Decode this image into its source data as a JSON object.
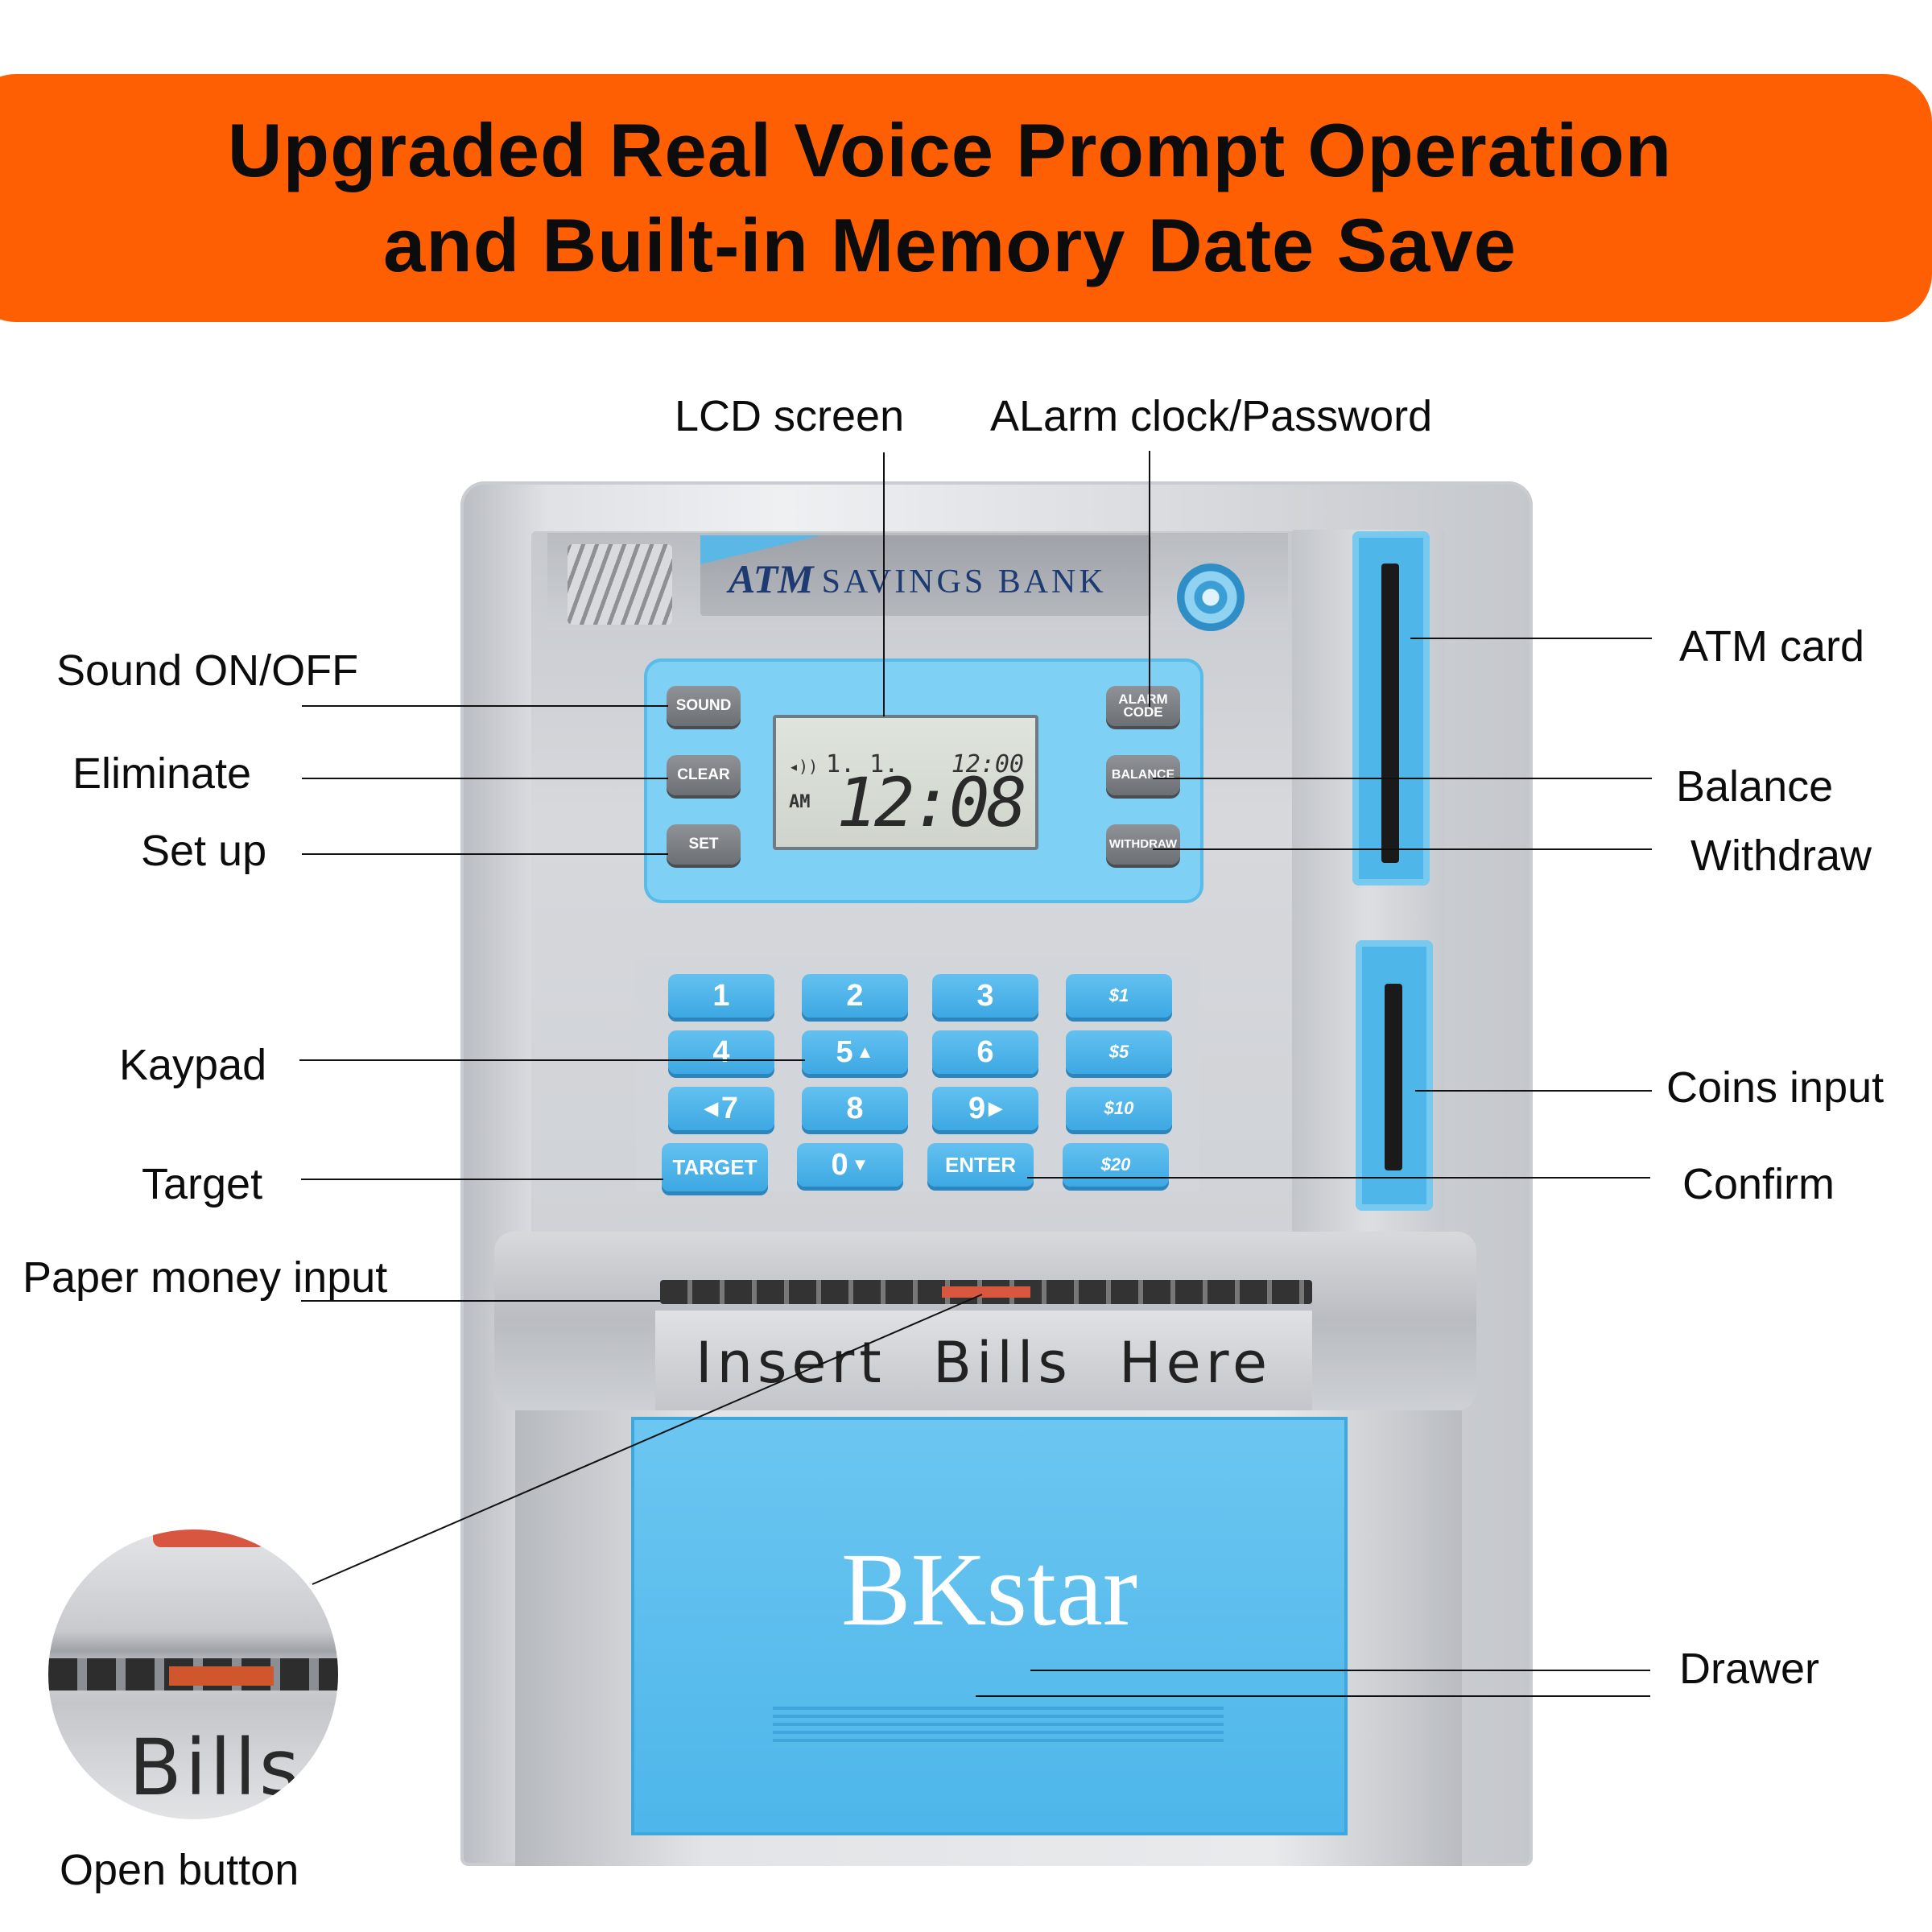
{
  "banner": {
    "line1": "Upgraded Real Voice Prompt Operation",
    "line2": "and Built-in Memory Date Save"
  },
  "callouts": {
    "lcd_screen": "LCD screen",
    "alarm": "ALarm clock/Password",
    "sound": "Sound ON/OFF",
    "eliminate": "Eliminate",
    "set_up": "Set up",
    "keypad": "Kaypad",
    "target": "Target",
    "paper_money": "Paper money input",
    "open_button": "Open button",
    "atm_card": "ATM card",
    "balance": "Balance",
    "withdraw": "Withdraw",
    "coins_input": "Coins input",
    "confirm": "Confirm",
    "drawer": "Drawer"
  },
  "device": {
    "brand_atm": "ATM",
    "brand_name": "SAVINGS BANK",
    "buttons": {
      "sound": "SOUND",
      "clear": "CLEAR",
      "set": "SET",
      "alarm_code": "ALARM CODE",
      "balance": "BALANCE",
      "withdraw": "WITHDRAW"
    },
    "lcd": {
      "am": "AM",
      "top_left": "1. 1.",
      "top_right": "12:00",
      "time": "12:08"
    },
    "keys": {
      "k1": "1",
      "k2": "2",
      "k3": "3",
      "k4": "4",
      "k5": "5",
      "k6": "6",
      "k7": "7",
      "k8": "8",
      "k9": "9",
      "target": "TARGET",
      "k0": "0",
      "enter": "ENTER",
      "m1": "$1",
      "m5": "$5",
      "m10": "$10",
      "m20": "$20"
    },
    "bill_plate": "Insert Bills Here",
    "drawer_brand": "BKstar",
    "zoom_text": "Bills"
  }
}
